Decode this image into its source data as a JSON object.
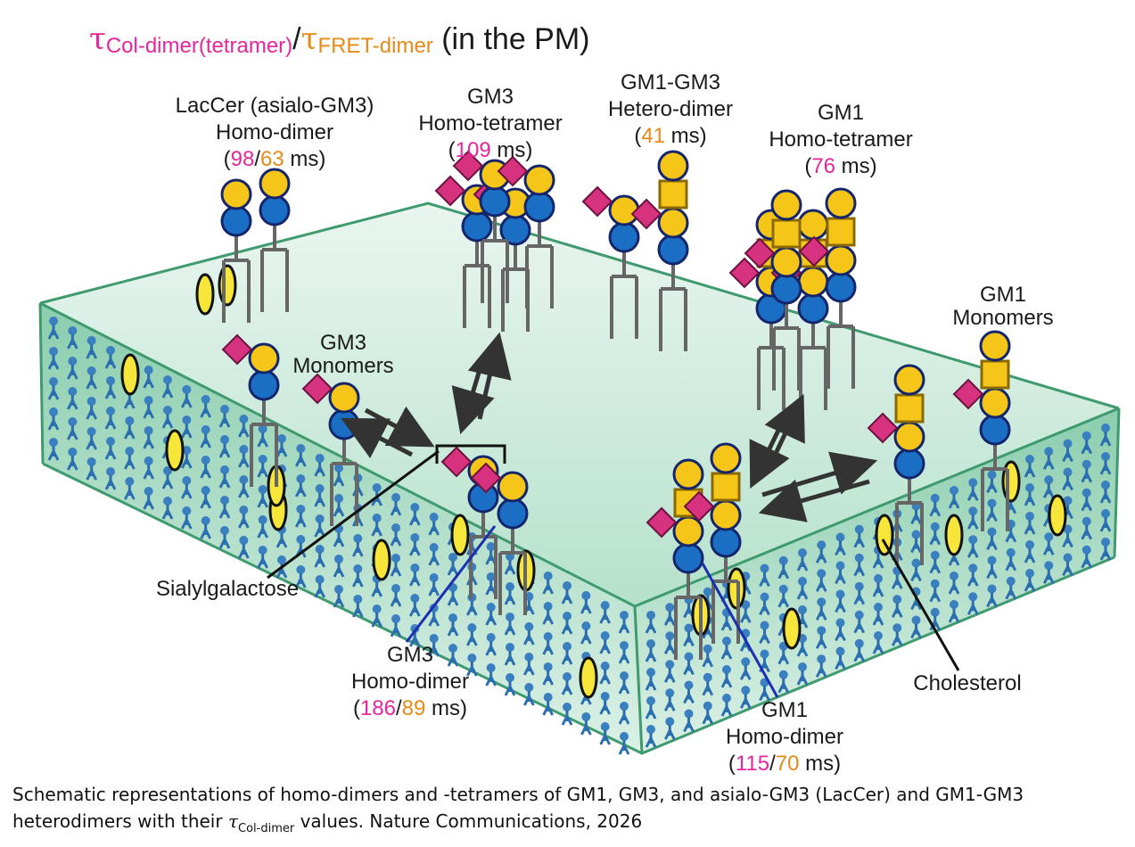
{
  "title": {
    "tau1": "τ",
    "sub1": "Col-dimer(tetramer)",
    "slash": "/",
    "tau2": "τ",
    "sub2": "FRET-dimer",
    "suffix": "(in the PM)"
  },
  "labels": {
    "lacCer": {
      "line1": "LacCer (asialo-GM3)",
      "line2": "Homo-dimer",
      "open": "(",
      "v1": "98",
      "sep": "/",
      "v2": "63",
      "close": " ms)"
    },
    "gm3_tetramer": {
      "line1": "GM3",
      "line2": "Homo-tetramer",
      "open": "(",
      "v1": "109",
      "close": " ms)"
    },
    "gm1gm3_hetero": {
      "line1": "GM1-GM3",
      "line2": "Hetero-dimer",
      "open": "(",
      "v1": "41",
      "close": " ms)"
    },
    "gm1_tetramer": {
      "line1": "GM1",
      "line2": "Homo-tetramer",
      "open": "(",
      "v1": "76",
      "close": " ms)"
    },
    "gm3_monomers": {
      "line1": "GM3",
      "line2": "Monomers"
    },
    "gm1_monomers": {
      "line1": "GM1",
      "line2": "Monomers"
    },
    "sialyl": "Sialylgalactose",
    "gm3_dimer": {
      "line1": "GM3",
      "line2": "Homo-dimer",
      "open": "(",
      "v1": "186",
      "sep": "/",
      "v2": "89",
      "close": " ms)"
    },
    "gm1_dimer": {
      "line1": "GM1",
      "line2": "Homo-dimer",
      "open": "(",
      "v1": "115",
      "sep": "/",
      "v2": "70",
      "close": " ms)"
    },
    "cholesterol": "Cholesterol"
  },
  "caption": {
    "part1": "Schematic representations of homo-dimers and -tetramers of GM1, GM3, and asialo-GM3 (LacCer) and GM1-GM3 heterodimers with their ",
    "tau": "τ",
    "sub": "Col-dimer",
    "part2": " values. Nature Communications, 2026"
  },
  "colors": {
    "membrane_top": "#bfe3d4",
    "membrane_side": "#8fcfb2",
    "membrane_edge": "#3f9a6f",
    "glucose": "#1a6fc4",
    "galactose": "#f5c518",
    "sialic_acid": "#d6327f",
    "galnac": "#f5c518",
    "accent_pink": "#e8259a",
    "accent_orange": "#e88a17"
  },
  "icons": {
    "glucose": "blue-circle-icon",
    "galactose": "yellow-circle-icon",
    "galnac": "yellow-square-icon",
    "sialic_acid": "pink-diamond-icon",
    "cholesterol": "yellow-ellipse-icon",
    "lipid": "blue-y-lipid-icon"
  }
}
